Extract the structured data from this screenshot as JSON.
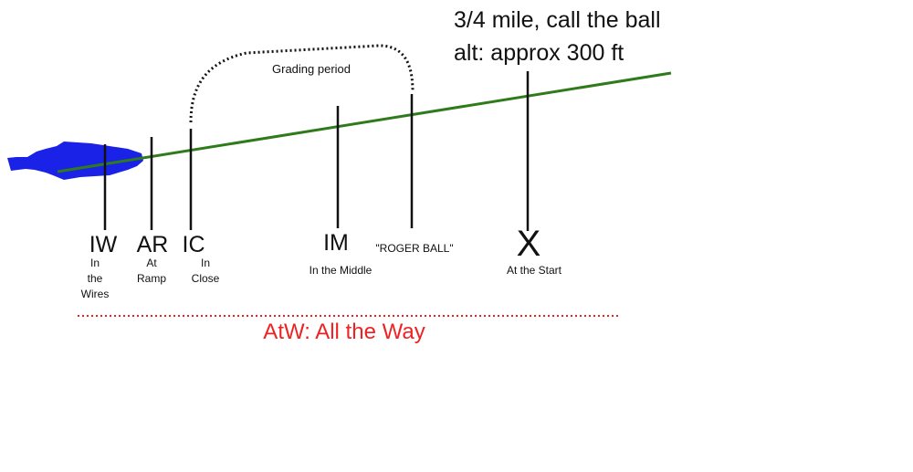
{
  "call_text": {
    "line1": "3/4 mile, call the ball",
    "line2": "alt: approx 300 ft"
  },
  "grading_label": "Grading period",
  "roger_ball": "\"ROGER BALL\"",
  "markers": [
    {
      "abbr": "IW",
      "desc": "In\nthe\nWires"
    },
    {
      "abbr": "AR",
      "desc": "At\nRamp"
    },
    {
      "abbr": "IC",
      "desc": "In\nClose"
    },
    {
      "abbr": "IM",
      "desc": "In the Middle"
    },
    {
      "abbr": "X",
      "desc": "At the Start"
    }
  ],
  "all_the_way": "AtW: All the Way",
  "colors": {
    "glideslope": "#2f7a1a",
    "aircraft": "#1a22e8",
    "atw": "#ee2222",
    "lines": "#111111"
  },
  "icons": {
    "aircraft": "aircraft-icon"
  }
}
